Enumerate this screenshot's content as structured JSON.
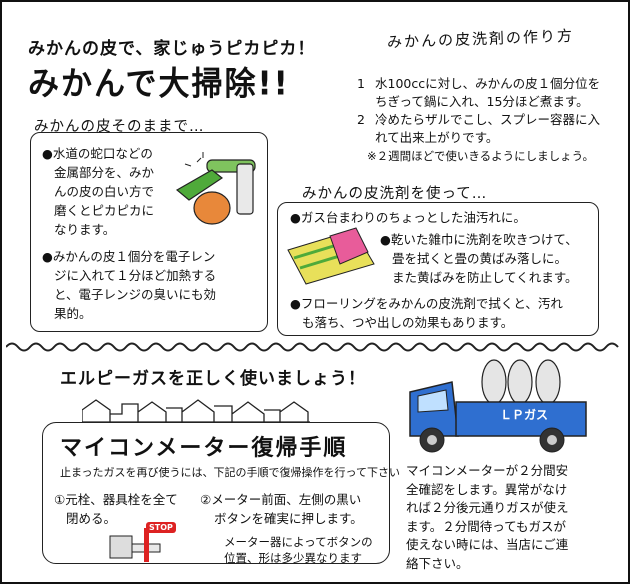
{
  "header": {
    "subtitle": "みかんの皮で、家じゅうピカピカ！",
    "title": "みかんで大掃除!!",
    "recipe_title": "みかんの皮洗剤の作り方"
  },
  "recipe": {
    "step1_num": "1",
    "step1_line1": "水100ccに対し、みかんの皮１個分位を",
    "step1_line2": "ちぎって鍋に入れ、15分ほど煮ます。",
    "step2_num": "2",
    "step2_line1": "冷めたらザルでこし、スプレー容器に入",
    "step2_line2": "れて出来上がりです。",
    "note": "※２週間ほどで使いきるようにしましょう。"
  },
  "section_peel": {
    "label": "みかんの皮そのままで…",
    "item1": [
      "●水道の蛇口などの",
      "金属部分を、みか",
      "んの皮の白い方で",
      "磨くとピカピカに",
      "なります。"
    ],
    "item2": [
      "●みかんの皮１個分を電子レン",
      "ジに入れて１分ほど加熱する",
      "と、電子レンジの臭いにも効",
      "果的。"
    ]
  },
  "section_cleaner": {
    "label": "みかんの皮洗剤を使って…",
    "item1": "●ガス台まわりのちょっとした油汚れに。",
    "item2": [
      "●乾いた雑巾に洗剤を吹きつけて、",
      "畳を拭くと畳の黄ばみ落しに。",
      "また黄ばみを防止してくれます。"
    ],
    "item3": [
      "●フローリングをみかんの皮洗剤で拭くと、汚れ",
      "も落ち、つや出しの効果もあります。"
    ]
  },
  "gas": {
    "heading": "エルピーガスを正しく使いましょう！",
    "meter_title": "マイコンメーター復帰手順",
    "meter_intro": "止まったガスを再び使うには、下記の手順で復帰操作を行って下さい",
    "step1": [
      "①元栓、器具栓を全て",
      "閉める。"
    ],
    "step2": [
      "②メーター前面、左側の黒い",
      "ボタンを確実に押します。"
    ],
    "step2_note": [
      "メーター器によってボタンの",
      "位置、形は多少異なります"
    ],
    "stop_label": "STOP",
    "truck_label": "ＬＰガス",
    "truck_text": [
      "マイコンメーターが２分間安",
      "全確認をします。異常がなけ",
      "れば２分後元通りガスが使え",
      "ます。２分間待ってもガスが",
      "使えない時には、当店にご連",
      "絡下さい。"
    ]
  },
  "colors": {
    "orange": "#e8883a",
    "green": "#4faa3a",
    "pink": "#e85c9a",
    "yellow": "#e8e05a",
    "truck_blue": "#2f6fd0"
  }
}
